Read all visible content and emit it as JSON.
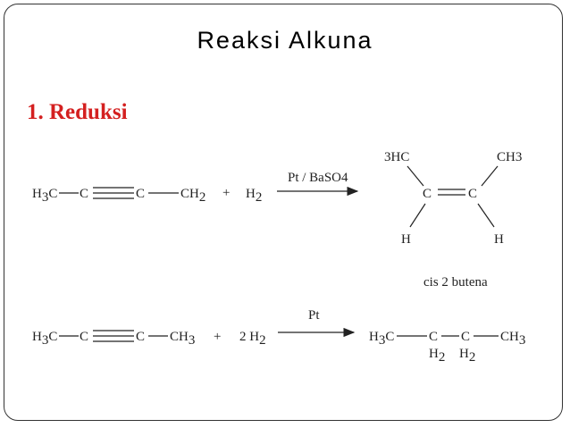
{
  "slide": {
    "title": "Reaksi Alkuna",
    "section": "1. Reduksi",
    "accent_color": "#d42020"
  },
  "reaction1": {
    "reactant": {
      "left_group": {
        "main": "H",
        "sub": "3",
        "tail": "C"
      },
      "c1": "C",
      "c2": "C",
      "right_group": {
        "main": "CH",
        "sub": "2"
      }
    },
    "plus": "+",
    "reagent": {
      "main": "H",
      "sub": "2"
    },
    "condition": "Pt / BaSO4",
    "product": {
      "top_left": "3HC",
      "top_right": "CH3",
      "c1": "C",
      "c2": "C",
      "bottom_left": "H",
      "bottom_right": "H"
    },
    "product_name": "cis 2 butena"
  },
  "reaction2": {
    "reactant": {
      "left_group": {
        "main": "H",
        "sub": "3",
        "tail": "C"
      },
      "c1": "C",
      "c2": "C",
      "right_group": {
        "main": "CH",
        "sub": "3"
      }
    },
    "plus": "+",
    "reagent": {
      "coef": "2 H",
      "sub": "2"
    },
    "condition": "Pt",
    "product": {
      "left_group": {
        "main": "H",
        "sub": "3",
        "tail": "C"
      },
      "c1": "C",
      "c2": "C",
      "right_group": {
        "main": "CH",
        "sub": "3"
      },
      "h1": {
        "main": "H",
        "sub": "2"
      },
      "h2": {
        "main": "H",
        "sub": "2"
      }
    }
  }
}
